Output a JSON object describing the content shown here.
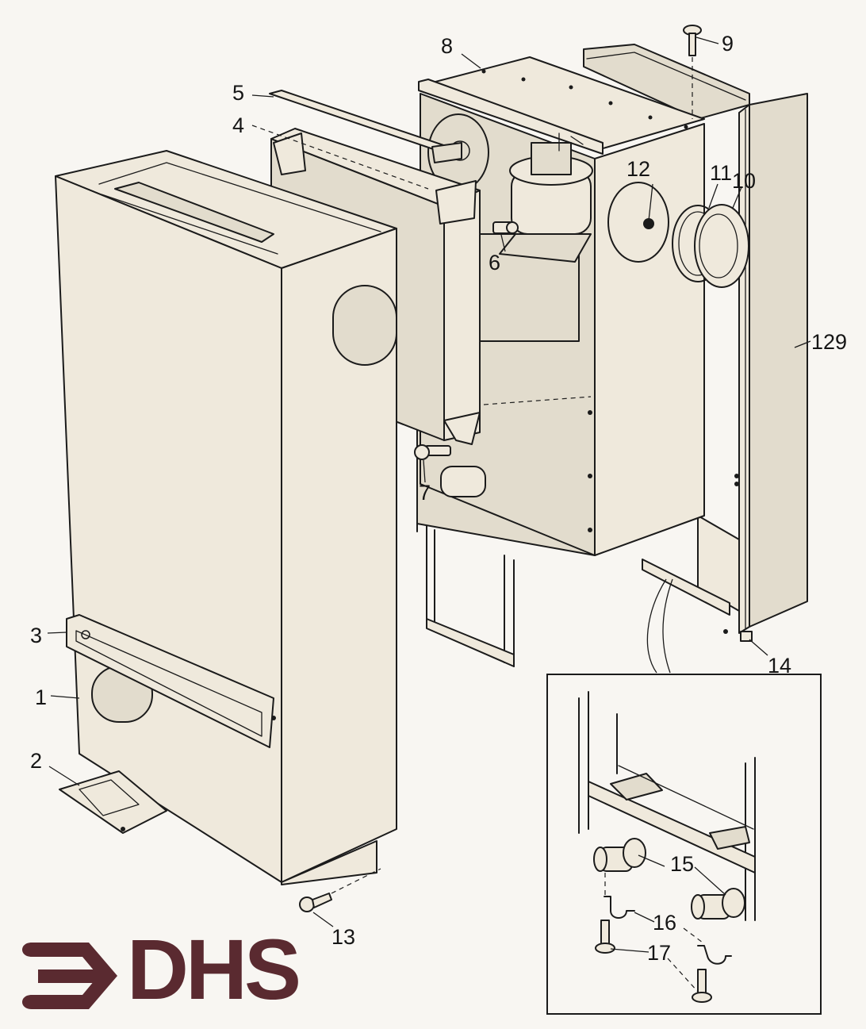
{
  "brand": {
    "logo_text": "DHS",
    "color": "#5a2a30"
  },
  "callouts": {
    "c1": "1",
    "c2": "2",
    "c3": "3",
    "c4": "4",
    "c5": "5",
    "c6": "6",
    "c7": "7",
    "c8": "8",
    "c9": "9",
    "c10": "10",
    "c11": "11",
    "c12": "12",
    "c13": "13",
    "c14": "14",
    "c15": "15",
    "c16": "16",
    "c17": "17",
    "c129": "129"
  }
}
